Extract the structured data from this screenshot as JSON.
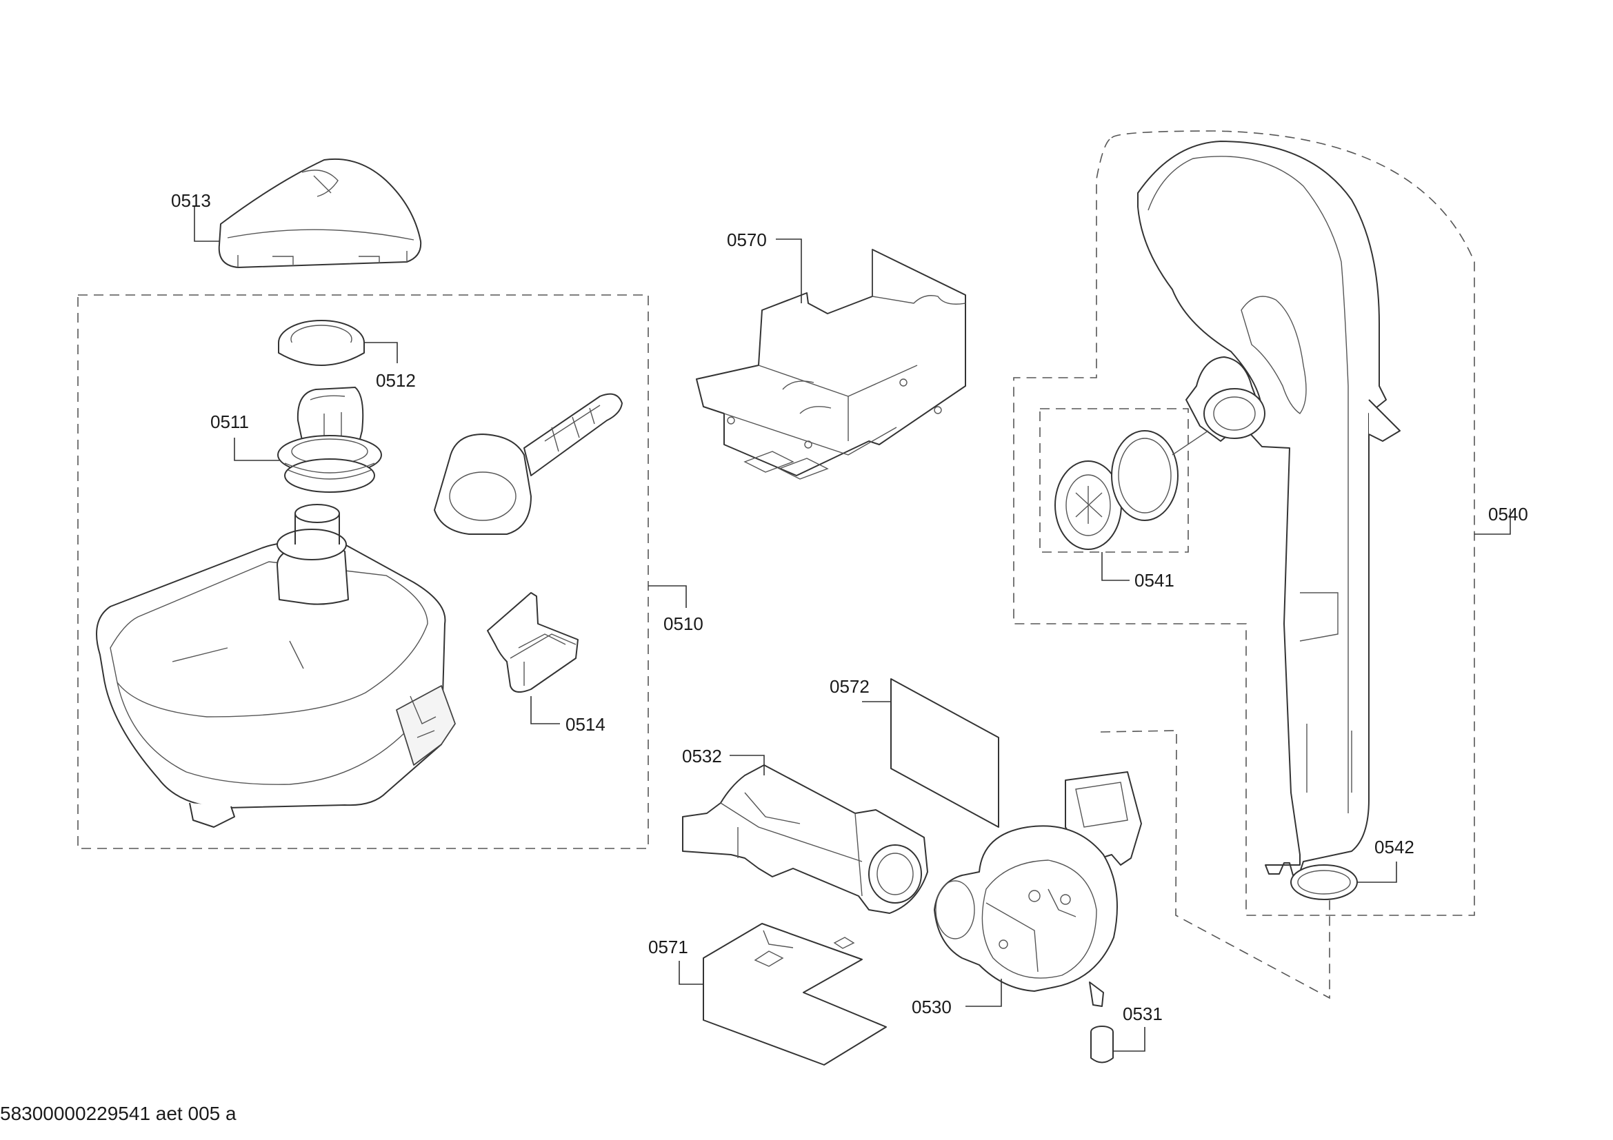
{
  "parts": [
    {
      "id": "p0513",
      "label": "0513"
    },
    {
      "id": "p0512",
      "label": "0512"
    },
    {
      "id": "p0511",
      "label": "0511"
    },
    {
      "id": "p0510",
      "label": "0510"
    },
    {
      "id": "p0514",
      "label": "0514"
    },
    {
      "id": "p0570",
      "label": "0570"
    },
    {
      "id": "p0540",
      "label": "0540"
    },
    {
      "id": "p0541",
      "label": "0541"
    },
    {
      "id": "p0542",
      "label": "0542"
    },
    {
      "id": "p0572",
      "label": "0572"
    },
    {
      "id": "p0532",
      "label": "0532"
    },
    {
      "id": "p0530",
      "label": "0530"
    },
    {
      "id": "p0531",
      "label": "0531"
    },
    {
      "id": "p0571",
      "label": "0571"
    }
  ],
  "footer": {
    "code": "58300000229541 aet 005 a"
  }
}
